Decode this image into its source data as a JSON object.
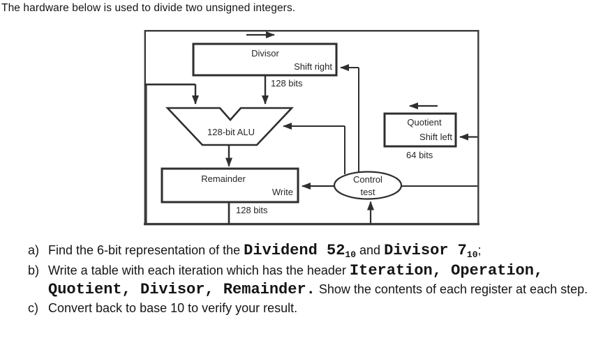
{
  "title": "The hardware below is used to divide two unsigned integers.",
  "diagram": {
    "divisor": {
      "label": "Divisor",
      "control": "Shift right",
      "width_label": "128 bits"
    },
    "alu": {
      "label": "128-bit ALU"
    },
    "remainder": {
      "label": "Remainder",
      "control": "Write",
      "width_label": "128 bits"
    },
    "quotient": {
      "label": "Quotient",
      "control": "Shift left",
      "width_label": "64 bits"
    },
    "control_unit": {
      "line1": "Control",
      "line2": "test"
    },
    "colors": {
      "line": "#2e2e2e",
      "label_text": "#262626"
    }
  },
  "questions": {
    "a": {
      "marker": "a)",
      "text1": "Find the 6-bit representation of the ",
      "mono1": "Dividend 52",
      "sub1": "10",
      "text2": " and ",
      "mono2": "Divisor 7",
      "sub2": "10",
      "text3": ";"
    },
    "b": {
      "marker": "b)",
      "text1": "Write a table with each iteration which has the header ",
      "mono1": "Iteration, Operation, Quotient, Divisor, Remainder.",
      "text2": " Show the contents of each register at each step."
    },
    "c": {
      "marker": "c)",
      "text": "Convert back to base 10 to verify your result."
    }
  }
}
